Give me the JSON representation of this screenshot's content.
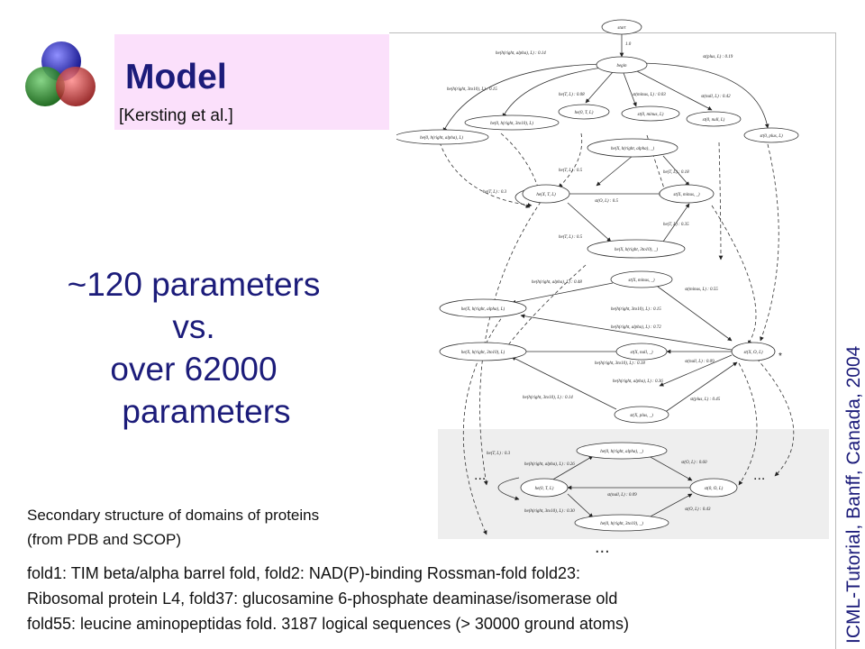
{
  "slide": {
    "title": "Model",
    "citation": "[Kersting et al.]",
    "comparison": [
      "~120 parameters",
      "vs.",
      "over 62000",
      "parameters"
    ],
    "caption": [
      "Secondary structure of domains of proteins",
      "(from PDB and SCOP)"
    ],
    "description": [
      "fold1: TIM beta/alpha barrel fold, fold2: NAD(P)-binding Rossman-fold fold23:",
      "Ribosomal protein L4, fold37: glucosamine 6-phosphate deaminase/isomerase old",
      "fold55: leucine aminopeptidas fold. 3187 logical sequences (> 30000 ground atoms)"
    ],
    "side_label": "ICML-Tutorial, Banff, Canada, 2004"
  },
  "diagram": {
    "nodes": {
      "start": "start",
      "begin": "begin",
      "n1": "he(0, h(right, alpha), L)",
      "n2": "he(0, h(right, 3to10), L)",
      "n3": "he(0, T, L)",
      "n4": "st(0, minus, L)",
      "n5": "st(0, null, L)",
      "n6": "st(0, plus, L)",
      "a_top": "he(X, h(right, alpha), _)",
      "a_left": "he(X, T, L)",
      "a_right": "st(X, minus, _)",
      "a_bot": "he(X, h(right, 3to10), _)",
      "b1": "st(X, minus, _)",
      "b2": "he(X, h(right, alpha), L)",
      "b3": "st(X, null, _)",
      "b4": "he(X, h(right, 3to10), L)",
      "b5": "st(X, plus, _)",
      "b_right": "st(X, O, L)",
      "c_top": "he(0, h(right, alpha), _)",
      "c_left": "he(0, T, L)",
      "c_right": "st(0, O, L)",
      "c_bot": "he(0, h(right, 3to10), _)"
    },
    "edge_labels": {
      "start_begin": "1.0",
      "e1": "he(h(right, alpha), L) : 0.14",
      "e2": "st(plus, L) : 0.19",
      "e3": "he(h(right, 3to10), L) : 0.15",
      "e4": "he(T, L) : 0.08",
      "e5": "st(minus, L) : 0.03",
      "e6": "st(null, L) : 0.42",
      "a1": "he(T, L) : 0.5",
      "a2": "he(T, L) : 0.18",
      "a3": "he(T, L) : 0.3",
      "a4": "st(O, L) : 0.5",
      "a5": "he(T, L) : 0.5",
      "a6": "he(T, L) : 0.35",
      "b_e1": "he(h(right, alpha), L) : 0.48",
      "b_e2": "st(minus, L) : 0.55",
      "b_e3": "he(h(right, 3to10), L) : 0.15",
      "b_e4": "he(h(right, alpha), L) : 0.72",
      "b_e5": "he(h(right, 3to10), L) : 0.18",
      "b_e6": "st(null, L) : 0.09",
      "b_e7": "he(h(right, alpha), L) : 0.36",
      "b_e8": "he(h(right, 3to10), L) : 0.14",
      "b_e9": "st(plus, L) : 0.45",
      "c_e1": "he(T, L) : 0.3",
      "c_e2": "he(h(right, alpha), L) : 0.26",
      "c_e3": "st(O, L) : 0.60",
      "c_e4": "st(null, L) : 0.09",
      "c_e5": "he(h(right, 3to10), L) : 0.30",
      "c_e6": "st(O, L) : 0.43"
    },
    "ellipsis": "...",
    "marker": "*"
  }
}
